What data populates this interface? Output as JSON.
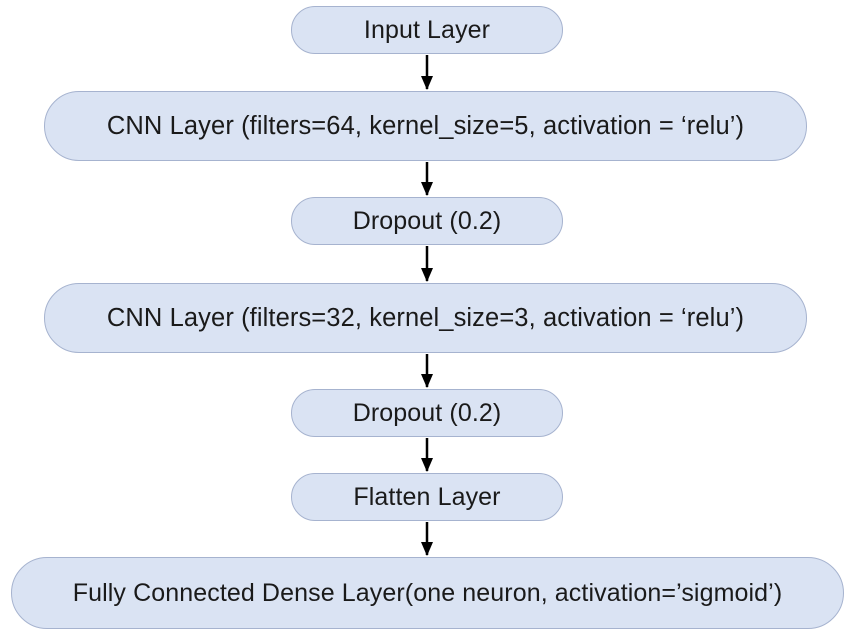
{
  "diagram": {
    "nodes": [
      {
        "id": "input",
        "label": "Input Layer"
      },
      {
        "id": "cnn1",
        "label": "CNN Layer (filters=64, kernel_size=5, activation = ‘relu’)"
      },
      {
        "id": "dropout1",
        "label": "Dropout (0.2)"
      },
      {
        "id": "cnn2",
        "label": "CNN Layer (filters=32, kernel_size=3, activation = ‘relu’)"
      },
      {
        "id": "dropout2",
        "label": "Dropout (0.2)"
      },
      {
        "id": "flatten",
        "label": "Flatten Layer"
      },
      {
        "id": "dense",
        "label": "Fully Connected Dense Layer(one neuron, activation=’sigmoid’)"
      }
    ],
    "edges": [
      {
        "from": "input",
        "to": "cnn1"
      },
      {
        "from": "cnn1",
        "to": "dropout1"
      },
      {
        "from": "dropout1",
        "to": "cnn2"
      },
      {
        "from": "cnn2",
        "to": "dropout2"
      },
      {
        "from": "dropout2",
        "to": "flatten"
      },
      {
        "from": "flatten",
        "to": "dense"
      }
    ],
    "colors": {
      "node_fill": "#dae3f3",
      "node_border": "#a6b3cf",
      "arrow": "#000000",
      "text": "#1a1a1a"
    }
  }
}
